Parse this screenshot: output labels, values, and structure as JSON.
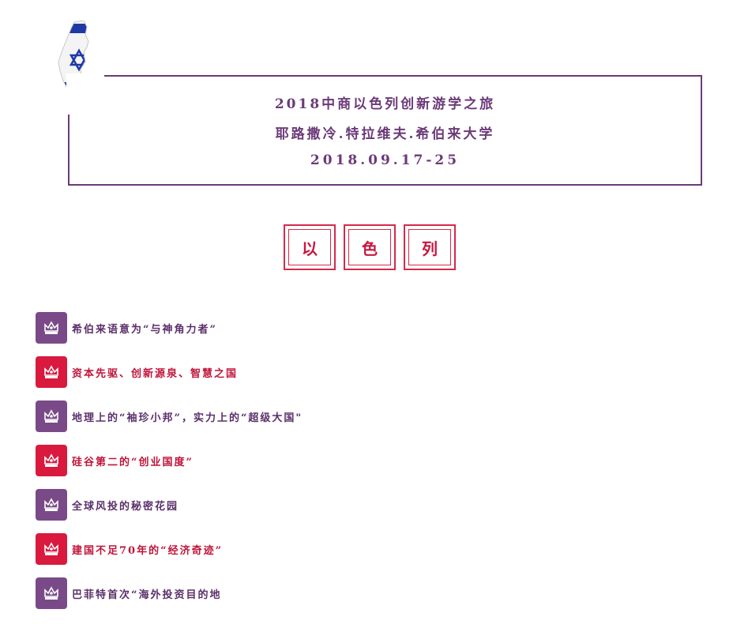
{
  "header": {
    "title": "2018中商以色列创新游学之旅",
    "subtitle": "耶路撒冷.特拉维夫.希伯来大学",
    "dates": "2018.09.17-25"
  },
  "characters": [
    "以",
    "色",
    "列"
  ],
  "list": {
    "items": [
      {
        "text": "希伯来语意为“与神角力者”",
        "color": "purple",
        "icon": "crown-icon"
      },
      {
        "text": "资本先驱、创新源泉、智慧之国",
        "color": "red",
        "icon": "crown-icon"
      },
      {
        "text": "地理上的“袖珍小邦”，实力上的“超级大国\"",
        "color": "purple",
        "icon": "crown-icon"
      },
      {
        "text": "硅谷第二的“创业国度”",
        "color": "red",
        "icon": "crown-icon"
      },
      {
        "text": "全球风投的秘密花园",
        "color": "purple",
        "icon": "crown-icon"
      },
      {
        "text": "建国不足70年的“经济奇迹”",
        "color": "red",
        "icon": "crown-icon"
      },
      {
        "text": "巴菲特首次“海外投资目的地",
        "color": "purple",
        "icon": "crown-icon"
      }
    ]
  },
  "colors": {
    "purple": "#7a4a88",
    "red": "#d9193e",
    "header_border": "#6b3a78"
  }
}
